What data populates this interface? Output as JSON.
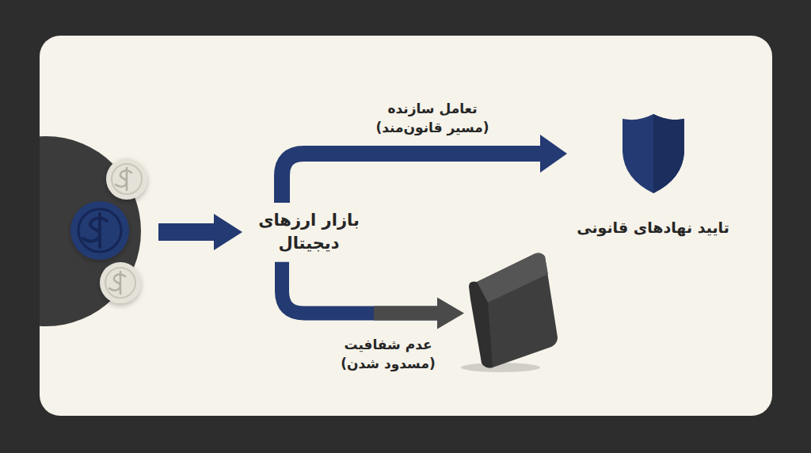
{
  "diagram": {
    "nodes": [
      {
        "text": [
          "بازار ارزهای دیجیتال"
        ]
      },
      {
        "text": [
          "تایید نهادهای قانونی"
        ]
      },
      {
        "text": [
          "عدم شفافیت (مسدود شدن)"
        ]
      }
    ],
    "edges": [
      {
        "from": 0,
        "to": 1,
        "arrow": "to",
        "label": "تعامل سازنده (مسیر قانون‌مند)"
      },
      {
        "from": 0,
        "to": 2,
        "arrow": "to"
      }
    ]
  }
}
